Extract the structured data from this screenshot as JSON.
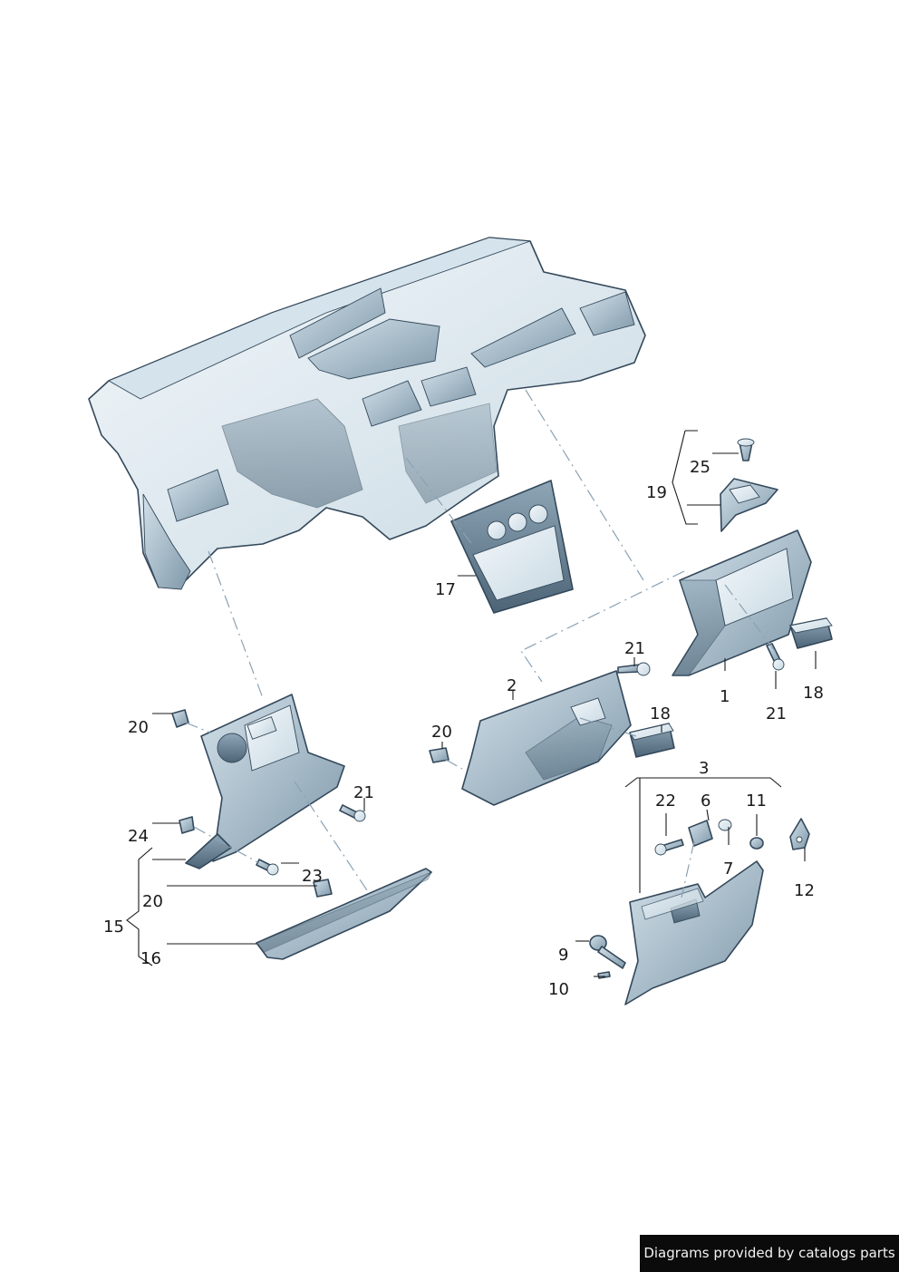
{
  "callouts": {
    "c1": "1",
    "c2": "2",
    "c3": "3",
    "c6": "6",
    "c7": "7",
    "c9": "9",
    "c10": "10",
    "c11": "11",
    "c12": "12",
    "c15": "15",
    "c16": "16",
    "c17": "17",
    "c18a": "18",
    "c18b": "18",
    "c19": "19",
    "c20a": "20",
    "c20b": "20",
    "c20c": "20",
    "c21a": "21",
    "c21b": "21",
    "c21c": "21",
    "c22": "22",
    "c23": "23",
    "c24": "24",
    "c25": "25"
  },
  "footer": {
    "credit": "Diagrams provided by catalogs parts"
  },
  "colors": {
    "part_light": "#e4eef4",
    "part_mid": "#a9bfcc",
    "part_dark": "#5c7688",
    "outline": "#33485a",
    "dash_line": "#8aa2b4",
    "banner_bg": "#0b0b0b",
    "banner_text": "#f2f2f2"
  }
}
